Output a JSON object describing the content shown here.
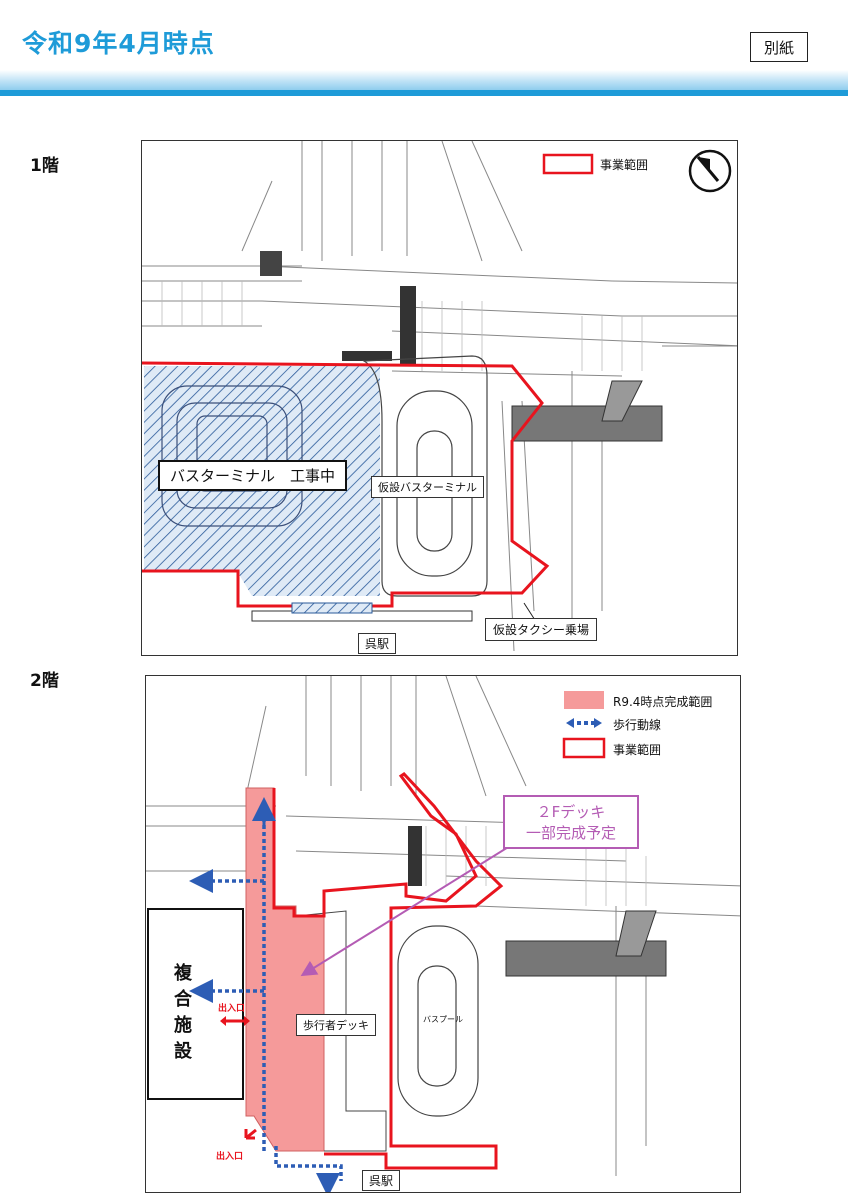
{
  "header": {
    "title": "令和9年4月時点",
    "badge": "別紙"
  },
  "floor1": {
    "label": "1階",
    "legend_area": "事業範囲",
    "bus_terminal_work": "バスターミナル　工事中",
    "temp_bus_terminal": "仮設バスターミナル",
    "temp_taxi": "仮設タクシー乗場",
    "station": "呉駅"
  },
  "floor2": {
    "label": "2階",
    "legend_complete": "R9.4時点完成範囲",
    "legend_walk": "歩行動線",
    "legend_area": "事業範囲",
    "deck_callout_line1": "２Fデッキ",
    "deck_callout_line2": "一部完成予定",
    "complex": [
      "複",
      "合",
      "施",
      "設"
    ],
    "entrance_upper": "出入口",
    "entrance_lower": "出入口",
    "ped_deck": "歩行者デッキ",
    "bus_pool": "バスプール",
    "station": "呉駅"
  },
  "colors": {
    "accent": "#1e9bd8",
    "area_red": "#e8141e",
    "complete_pink": "#f59a9a",
    "walk_blue": "#2d5db5",
    "callout_purple": "#b45cb4"
  }
}
